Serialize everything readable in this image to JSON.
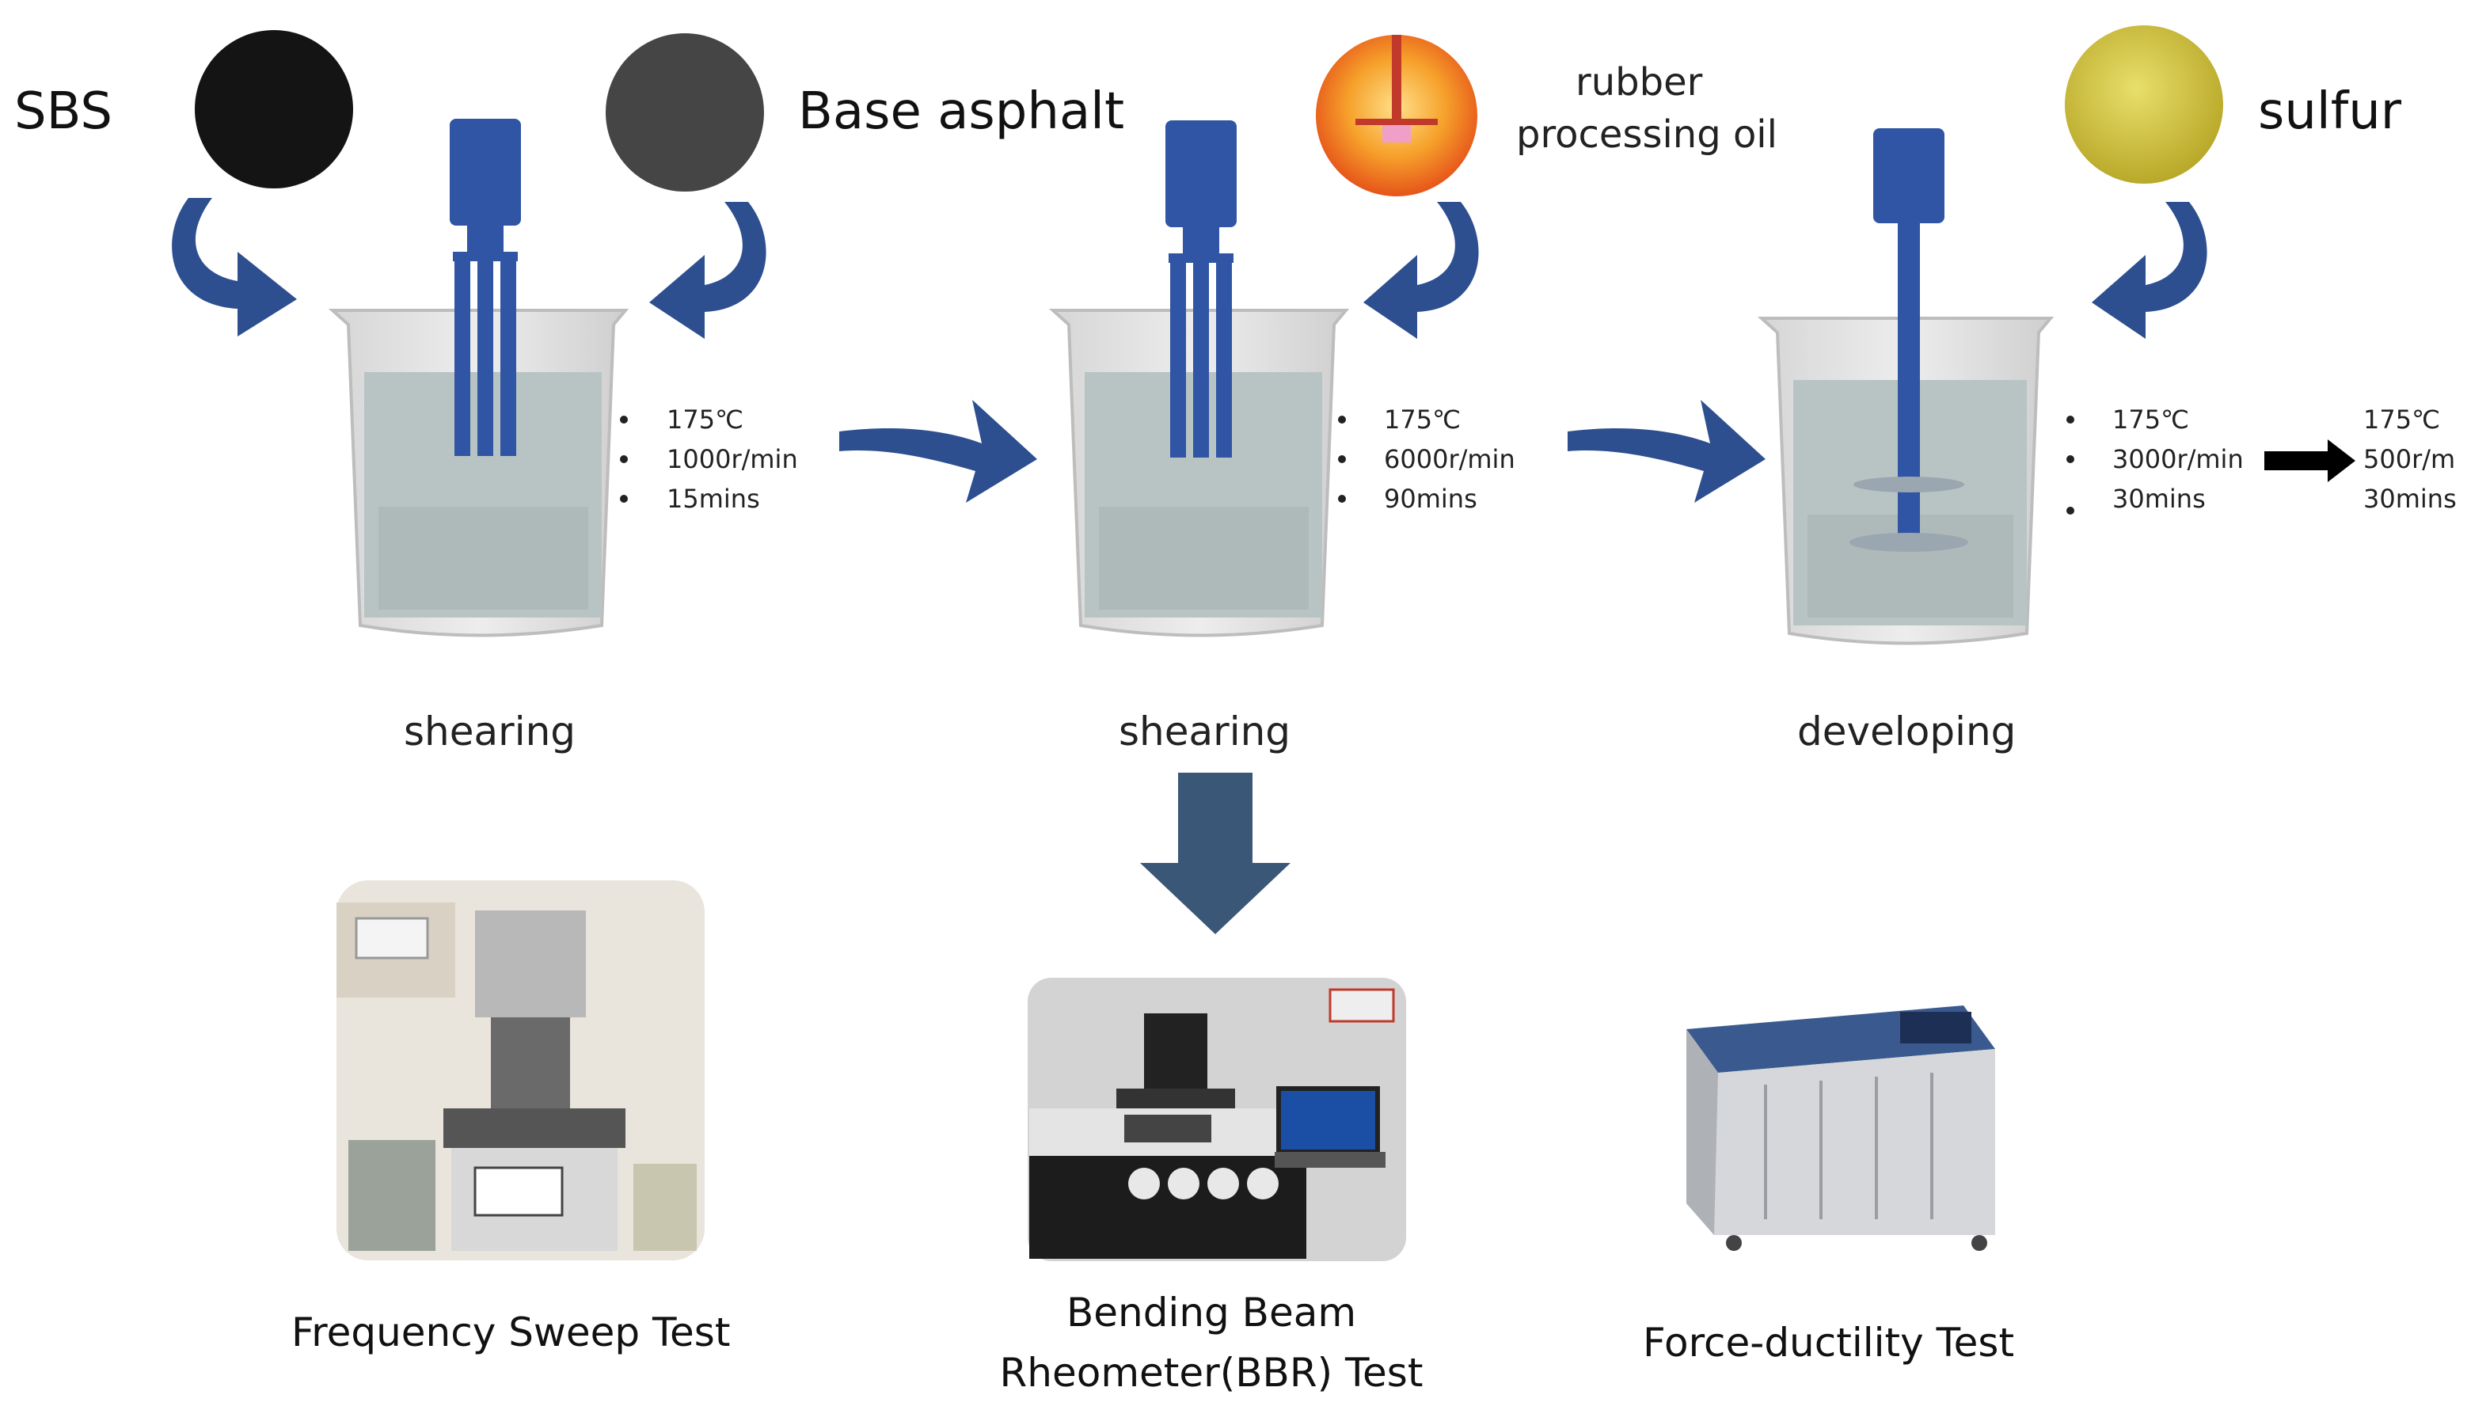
{
  "materials": {
    "sbs": "SBS",
    "base_asphalt": "Base asphalt",
    "oil_line1": "rubber",
    "oil_line2": "processing oil",
    "sulfur": "sulfur"
  },
  "steps": [
    {
      "label": "shearing",
      "conditions": [
        "175℃",
        "1000r/min",
        "15mins"
      ]
    },
    {
      "label": "shearing",
      "conditions": [
        "175℃",
        "6000r/min",
        "90mins"
      ]
    },
    {
      "label": "developing",
      "conditions": [
        "175℃",
        "3000r/min",
        "30mins"
      ],
      "followup": [
        "175℃",
        "500r/m",
        "30mins"
      ]
    }
  ],
  "tests": {
    "frequency": "Frequency Sweep Test",
    "bbr_line1": "Bending Beam",
    "bbr_line2": "Rheometer(BBR) Test",
    "force": "Force-ductility Test"
  },
  "colors": {
    "arrow_blue": "#2e4f8f",
    "stirrer_blue": "#2f55a4",
    "down_arrow": "#3b5778",
    "beaker_liquid": "#b8c4c4",
    "sbs_circle": "#141414",
    "asphalt_circle": "#454545",
    "sulfur_circle": "#cfc23a",
    "oil_circle": "#f28a1c"
  }
}
